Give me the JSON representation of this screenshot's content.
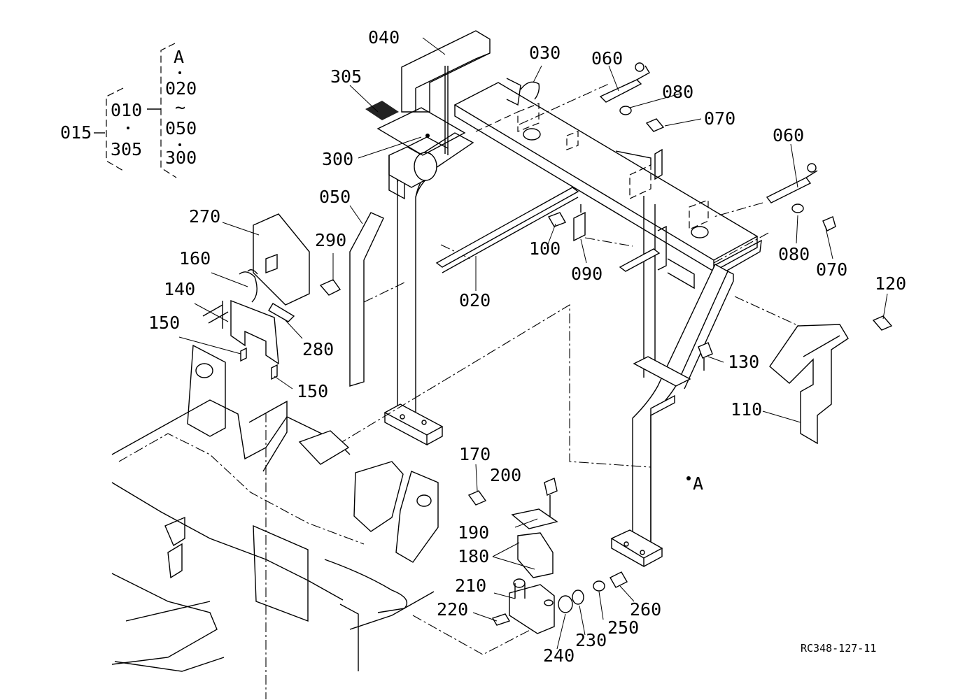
{
  "diagram": {
    "reference_code": "RC348-127-11",
    "assembly": {
      "id": "015",
      "group_top": "010",
      "group_bottom": "305",
      "range_marker": "A",
      "range_start": "020",
      "range_mid": "050",
      "range_end": "300",
      "tilde": "~"
    },
    "section_marker": "A",
    "parts": {
      "p040": "040",
      "p030": "030",
      "p060a": "060",
      "p080a": "080",
      "p070a": "070",
      "p305": "305",
      "p300": "300",
      "p060b": "060",
      "p050": "050",
      "p270": "270",
      "p290": "290",
      "p160": "160",
      "p100": "100",
      "p080b": "080",
      "p070b": "070",
      "p140": "140",
      "p090": "090",
      "p120": "120",
      "p020": "020",
      "p150a": "150",
      "p280": "280",
      "p130": "130",
      "p150b": "150",
      "p110": "110",
      "p170": "170",
      "p200": "200",
      "p190": "190",
      "p180": "180",
      "p210": "210",
      "p260": "260",
      "p220": "220",
      "p250": "250",
      "p230": "230",
      "p240": "240"
    }
  }
}
